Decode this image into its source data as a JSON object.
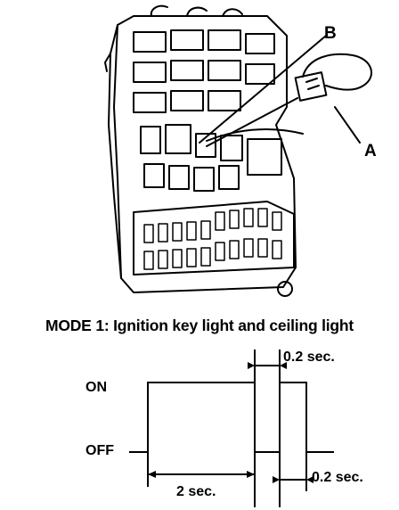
{
  "callouts": {
    "b": "B",
    "a": "A"
  },
  "title": "MODE 1: Ignition key light and ceiling light",
  "timing": {
    "on_label": "ON",
    "off_label": "OFF",
    "duration_long": "2 sec.",
    "duration_short_top": "0.2 sec.",
    "duration_short_bottom": "0.2 sec."
  },
  "colors": {
    "line": "#000000",
    "background": "#ffffff"
  }
}
